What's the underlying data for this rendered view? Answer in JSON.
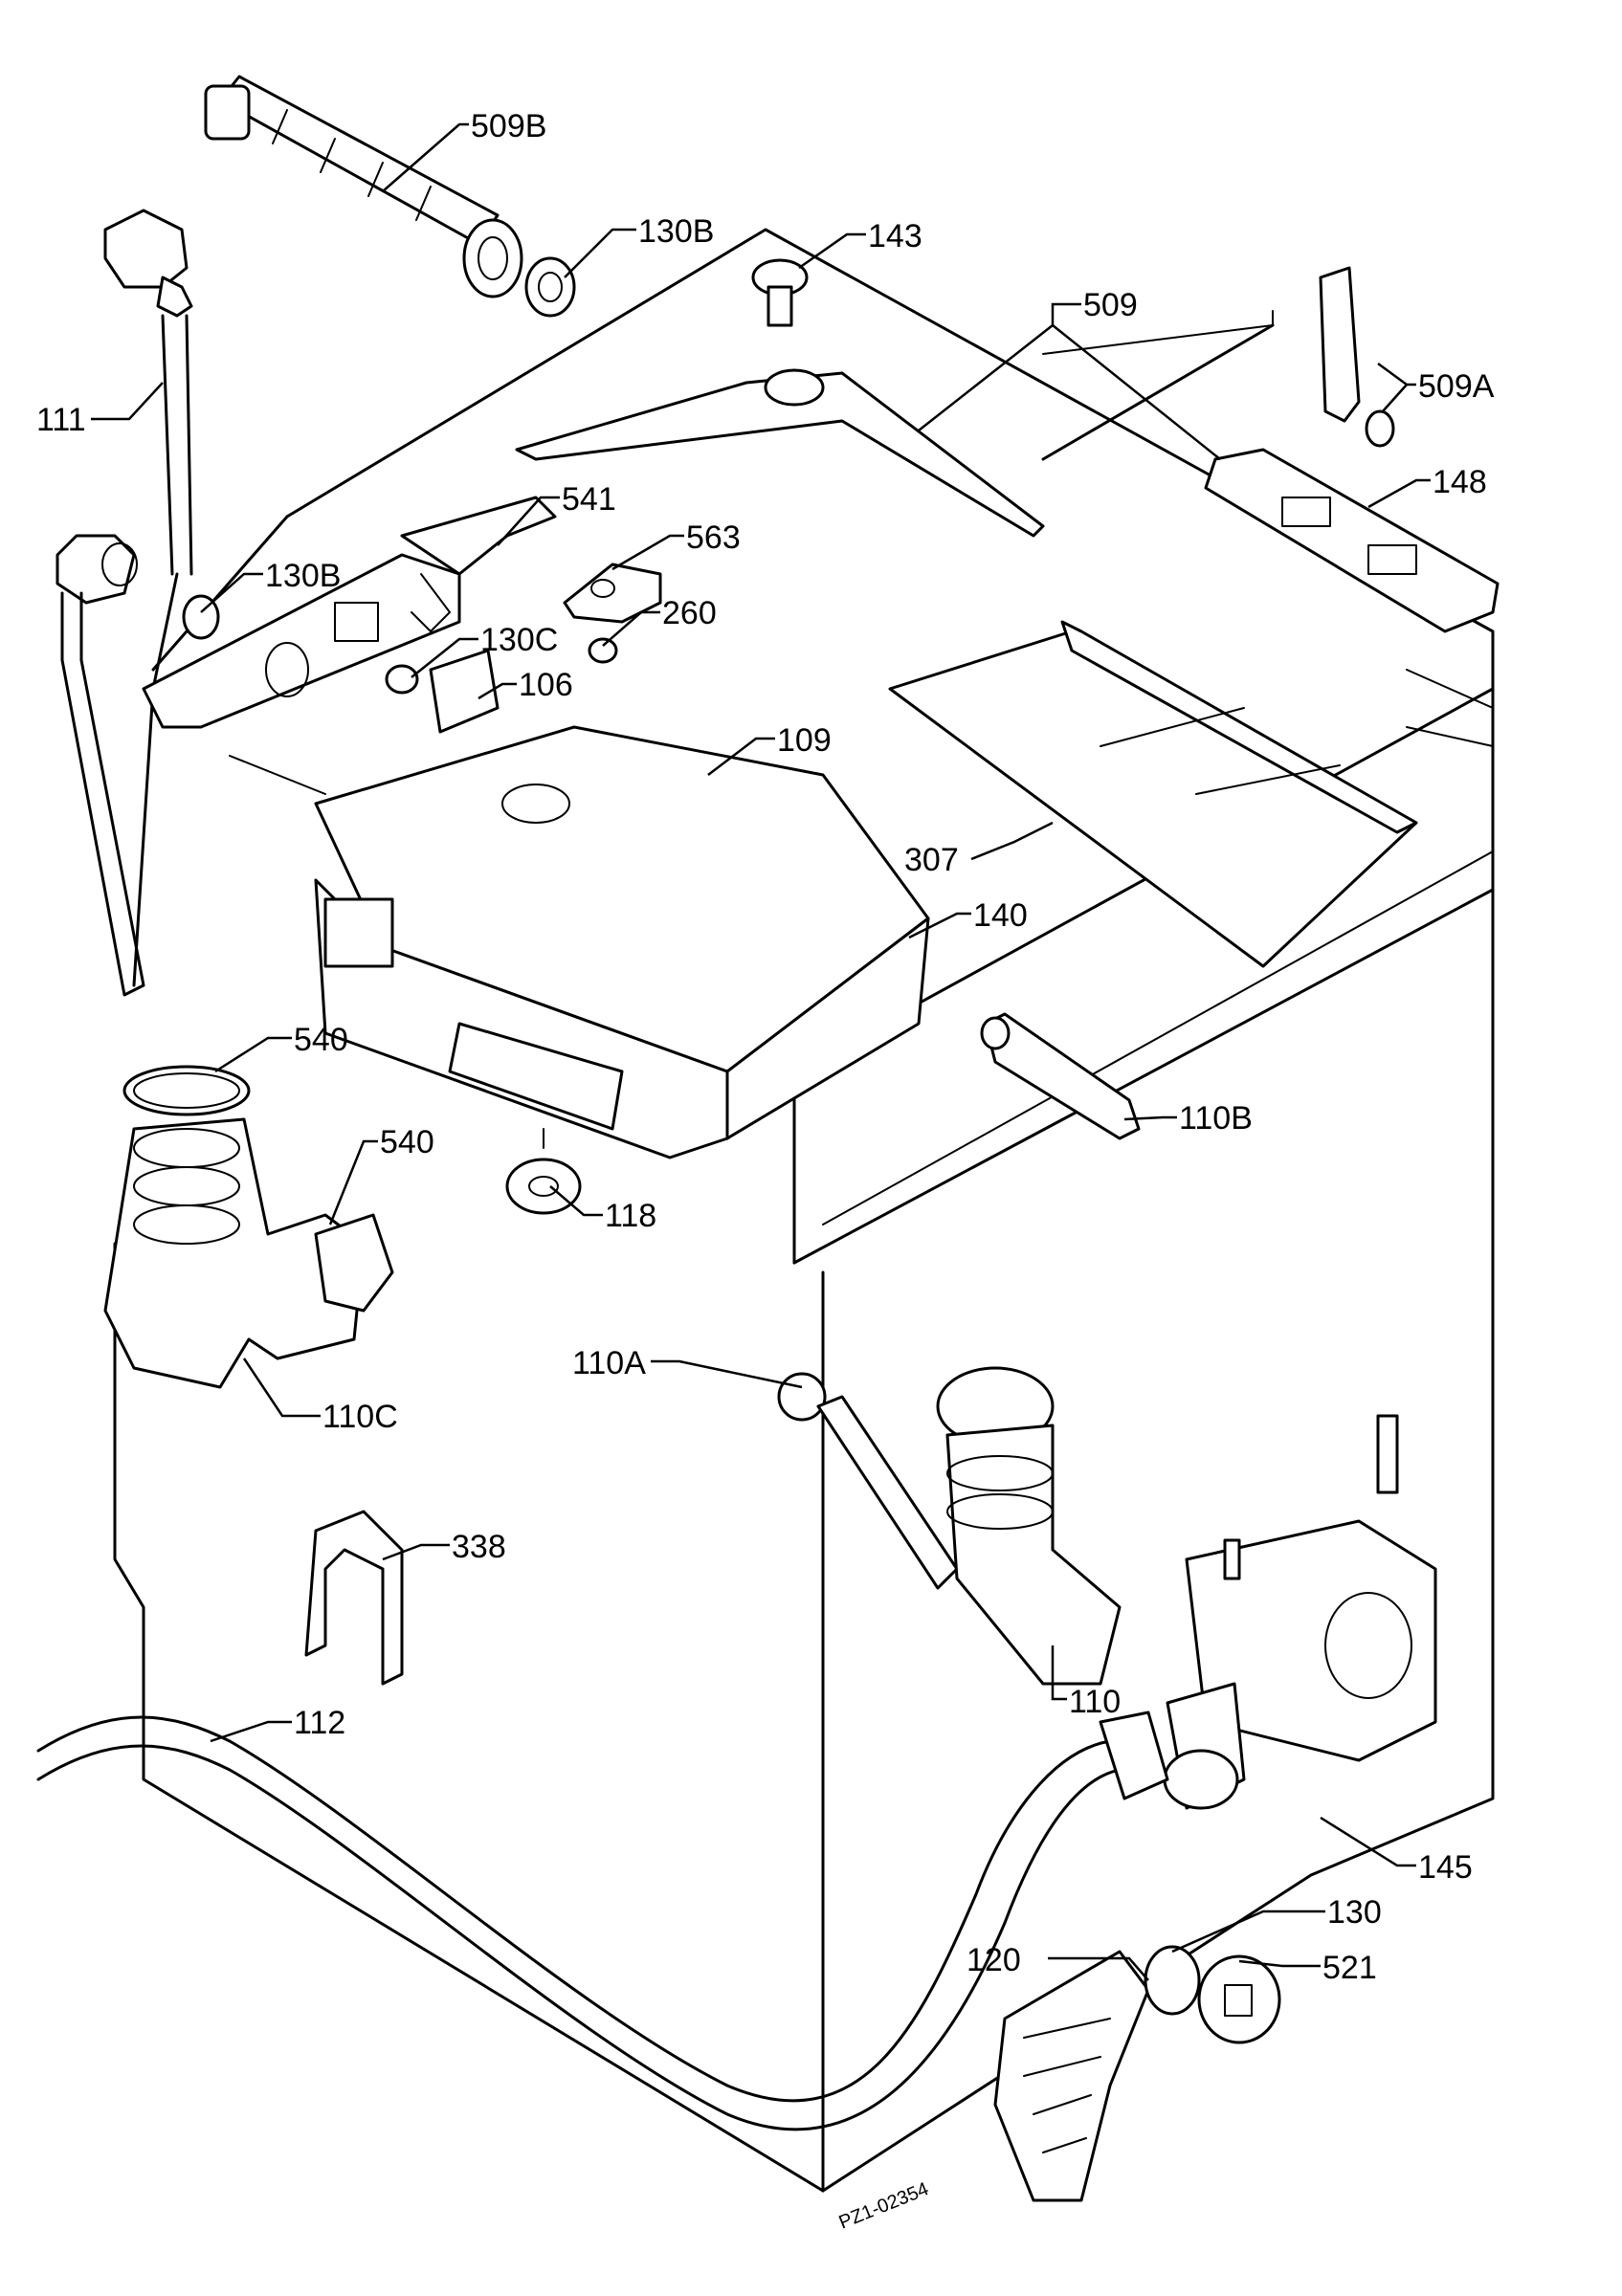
{
  "diagram": {
    "ref_code": "PZ1-02354",
    "callouts": {
      "c509b": "509B",
      "c130b_top": "130B",
      "c143": "143",
      "c509": "509",
      "c509a": "509A",
      "c111": "111",
      "c541": "541",
      "c148": "148",
      "c563": "563",
      "c130b_mid": "130B",
      "c260": "260",
      "c130c": "130C",
      "c106": "106",
      "c109": "109",
      "c307": "307",
      "c140": "140",
      "c540a": "540",
      "c540b": "540",
      "c110b": "110B",
      "c118": "118",
      "c110c": "110C",
      "c110a": "110A",
      "c338": "338",
      "c112": "112",
      "c110": "110",
      "c145": "145",
      "c130": "130",
      "c120": "120",
      "c521": "521"
    }
  }
}
